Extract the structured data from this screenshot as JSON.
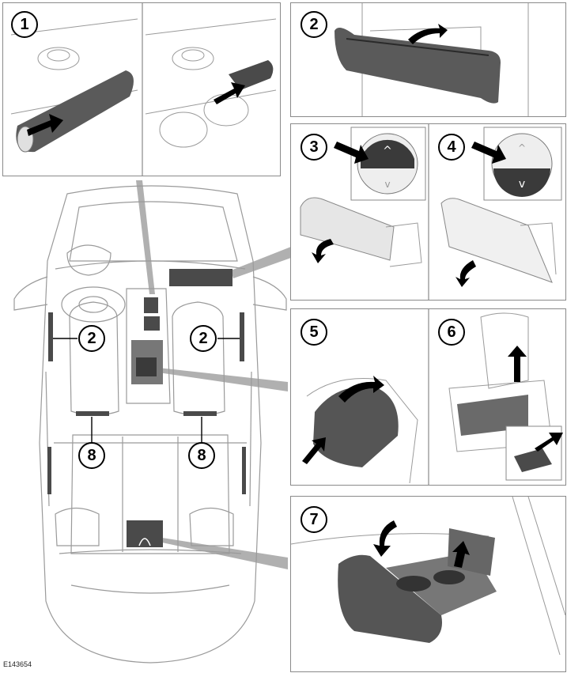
{
  "figure_code": "E143654",
  "callouts": {
    "c1": "1",
    "c2": "2",
    "c3": "3",
    "c4": "4",
    "c5": "5",
    "c6": "6",
    "c7": "7",
    "car_left_2": "2",
    "car_right_2": "2",
    "car_left_8": "8",
    "car_right_8": "8"
  },
  "colors": {
    "outline": "#8a8a8a",
    "dark": "#4a4a4a",
    "mid": "#9a9a9a",
    "leader": "#a6a6a6"
  }
}
